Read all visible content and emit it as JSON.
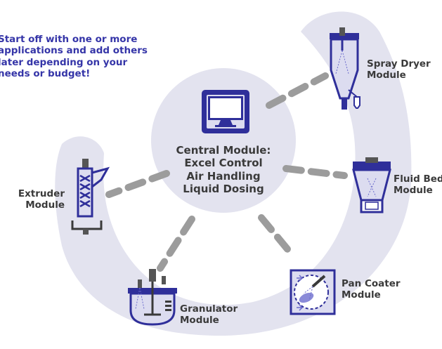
{
  "intro": {
    "lines": [
      "Start off with one or more",
      "applications and add others",
      "later depending on your",
      "needs or budget!"
    ]
  },
  "center": {
    "lines": [
      "Central Module:",
      "Excel Control",
      "Air Handling",
      "Liquid Dosing"
    ]
  },
  "modules": {
    "spray_dryer": {
      "lines": [
        "Spray Dryer",
        "Module"
      ]
    },
    "fluid_bed": {
      "lines": [
        "Fluid Bed",
        "Module"
      ]
    },
    "pan_coater": {
      "lines": [
        "Pan Coater",
        "Module"
      ]
    },
    "granulator": {
      "lines": [
        "Granulator",
        "Module"
      ]
    },
    "extruder": {
      "lines": [
        "Extruder",
        "Module"
      ]
    }
  },
  "colors": {
    "background_shape": "#e3e3ef",
    "connector": "#9c9c9c",
    "icon_blue": "#2f2f9a",
    "icon_light": "#dcdcf0",
    "icon_dark": "#3a3a3a",
    "intro_text": "#3535a8",
    "label_text": "#3a3a3a"
  },
  "icons": {
    "center": "monitor-icon",
    "spray_dryer": "spray-dryer-icon",
    "fluid_bed": "fluid-bed-icon",
    "pan_coater": "pan-coater-icon",
    "granulator": "granulator-icon",
    "extruder": "extruder-icon"
  }
}
